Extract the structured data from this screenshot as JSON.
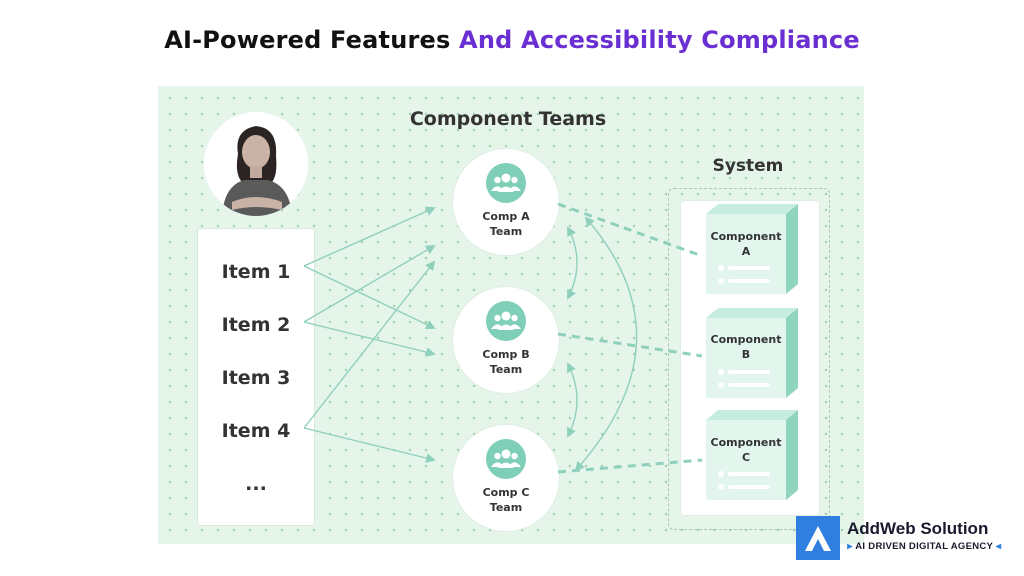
{
  "title": {
    "part1": "AI-Powered Features ",
    "part2": "And Accessibility Compliance"
  },
  "diagram": {
    "heading": "Component Teams",
    "items": [
      "Item 1",
      "Item 2",
      "Item 3",
      "Item 4",
      "..."
    ],
    "teams": [
      {
        "line1": "Comp A",
        "line2": "Team"
      },
      {
        "line1": "Comp B",
        "line2": "Team"
      },
      {
        "line1": "Comp C",
        "line2": "Team"
      }
    ],
    "system": {
      "heading": "System",
      "components": [
        {
          "line1": "Component",
          "line2": "A"
        },
        {
          "line1": "Component",
          "line2": "B"
        },
        {
          "line1": "Component",
          "line2": "C"
        }
      ]
    },
    "colors": {
      "accent_green": "#7fcfb8",
      "arrow": "#8fd0bd",
      "title_purple": "#6a2fd1"
    }
  },
  "brand": {
    "name": "AddWeb Solution",
    "tagline": "AI DRIVEN DIGITAL AGENCY",
    "colors": {
      "logo_blue": "#2f7fe0"
    }
  }
}
